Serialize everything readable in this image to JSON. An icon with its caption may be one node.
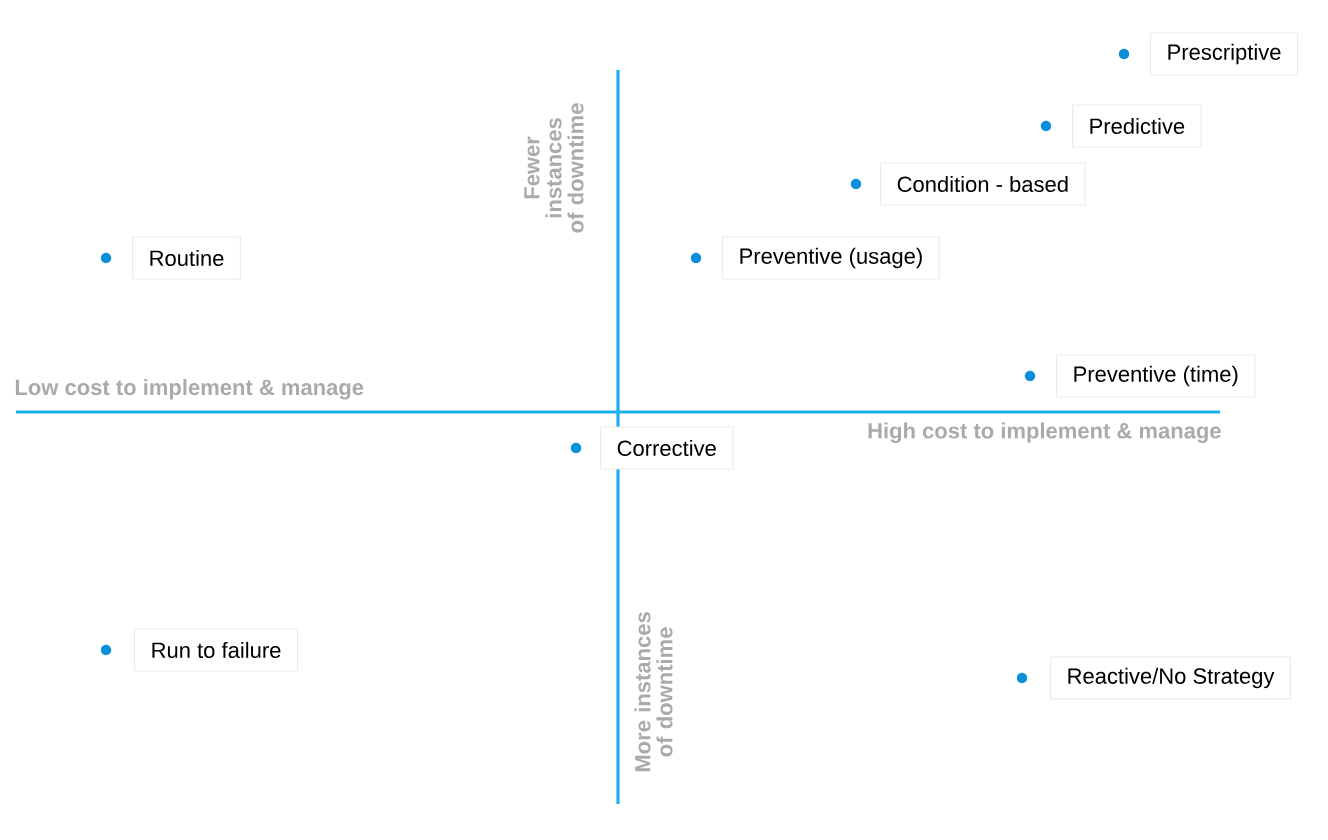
{
  "diagram": {
    "nodes": [
      {
        "text": [
          "Prescriptive"
        ]
      },
      {
        "text": [
          "Predictive"
        ]
      },
      {
        "text": [
          "Condition - based"
        ]
      },
      {
        "text": [
          "Routine"
        ]
      },
      {
        "text": [
          "Preventive (usage)"
        ]
      },
      {
        "text": [
          "Preventive (time)"
        ]
      },
      {
        "text": [
          "Corrective"
        ]
      },
      {
        "text": [
          "Run to failure"
        ]
      },
      {
        "text": [
          "Reactive/No Strategy"
        ]
      }
    ],
    "labels": [
      "Fewer instances of downtime",
      "Low cost to implement & manage",
      "High cost to implement & manage",
      "More instances of downtime"
    ]
  }
}
